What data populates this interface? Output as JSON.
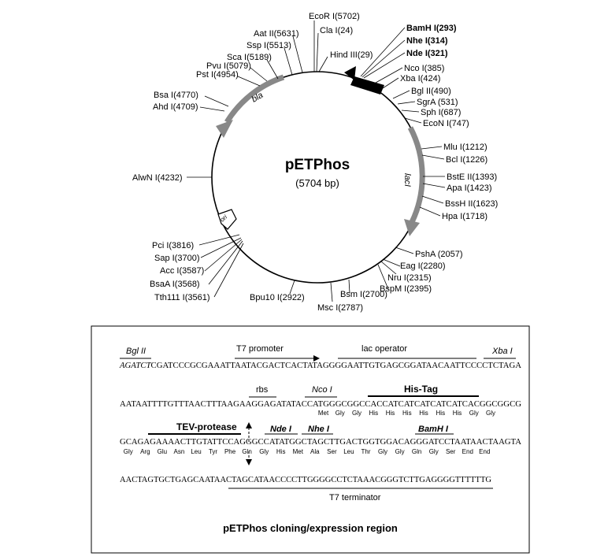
{
  "map": {
    "name": "pETPhos",
    "size": "(5704 bp)",
    "genes": {
      "bla": "bla",
      "lacI": "lacI",
      "ori": "ori"
    },
    "sites": {
      "EcoRI": "EcoR I(5702)",
      "ClaI": "Cla I(24)",
      "HindIII": "Hind III(29)",
      "AatII": "Aat II(5631)",
      "SspI": "Ssp I(5513)",
      "ScaI": "Sca I(5189)",
      "PvuI": "Pvu I(5079)",
      "PstI": "Pst I(4954)",
      "BsaI": "Bsa I(4770)",
      "AhdI": "Ahd I(4709)",
      "AlwNI": "AlwN I(4232)",
      "PciI": "Pci I(3816)",
      "SapI": "Sap I(3700)",
      "AccI": "Acc I(3587)",
      "BsaAI": "BsaA I(3568)",
      "Tth111I": "Tth111 I(3561)",
      "Bpu10I": "Bpu10 I(2922)",
      "MscI": "Msc I(2787)",
      "BsmI": "Bsm I(2700)",
      "BspMI": "BspM I(2395)",
      "NruI": "Nru I(2315)",
      "EagI": "Eag I(2280)",
      "PshA": "PshA (2057)",
      "HpaI": "Hpa I(1718)",
      "BssHII": "BssH II(1623)",
      "ApaI": "Apa I(1423)",
      "BstEII": "BstE II(1393)",
      "BclI": "Bcl I(1226)",
      "MluI": "Mlu I(1212)",
      "EcoNI": "EcoN I(747)",
      "SphI": "Sph I(687)",
      "SgrA": "SgrA (531)",
      "BglII": "Bgl II(490)",
      "XbaI": "Xba I(424)",
      "NcoI": "Nco I(385)",
      "NdeI": "Nde I(321)",
      "NheI": "Nhe I(314)",
      "BamHI": "BamH I(293)"
    }
  },
  "region": {
    "title": "pETPhos cloning/expression region",
    "line1": {
      "bglII": "Bgl II",
      "t7_promoter": "T7 promoter",
      "lac_operator": "lac operator",
      "xbaI": "Xba I",
      "seq_italic": "AGATCT",
      "seq_rest": "CGATCCCGCGAAATTAATACGACTCACTATAGGGGAATTGTGAGCGGATAACAATTCCCCTCTAGA"
    },
    "line2": {
      "rbs": "rbs",
      "ncoI": "Nco I",
      "his_tag": "His-Tag",
      "seq": "AATAATTTTGTTTAACTTTAAGAAGGAGATATACCATGGGCGGCCACCATCATCATCATCATCACGGCGGCG",
      "aa": [
        "Met",
        "Gly",
        "Gly",
        "His",
        "His",
        "His",
        "His",
        "His",
        "His",
        "Gly",
        "Gly"
      ]
    },
    "line3": {
      "tev": "TEV-protease",
      "ndeI": "Nde I",
      "nheI": "Nhe I",
      "bamHI": "BamH I",
      "seq": "GCAGAGAAAACTTGTATTCCAGGGCCATATGGCTAGCTTGACTGGTGGACAGGGATCCTAATAACTAAGTA",
      "aa": [
        "Gly",
        "Arg",
        "Glu",
        "Asn",
        "Leu",
        "Tyr",
        "Phe",
        "Gln",
        "Gly",
        "His",
        "Met",
        "Ala",
        "Ser",
        "Leu",
        "Thr",
        "Gly",
        "Gly",
        "Gln",
        "Gly",
        "Ser",
        "End",
        "End"
      ]
    },
    "line4": {
      "seq": "AACTAGTGCTGAGCAATAACTAGCATAACCCCTTGGGGCCTCTAAACGGGTCTTGAGGGGTTTTTTG",
      "t7_terminator": "T7 terminator"
    }
  }
}
